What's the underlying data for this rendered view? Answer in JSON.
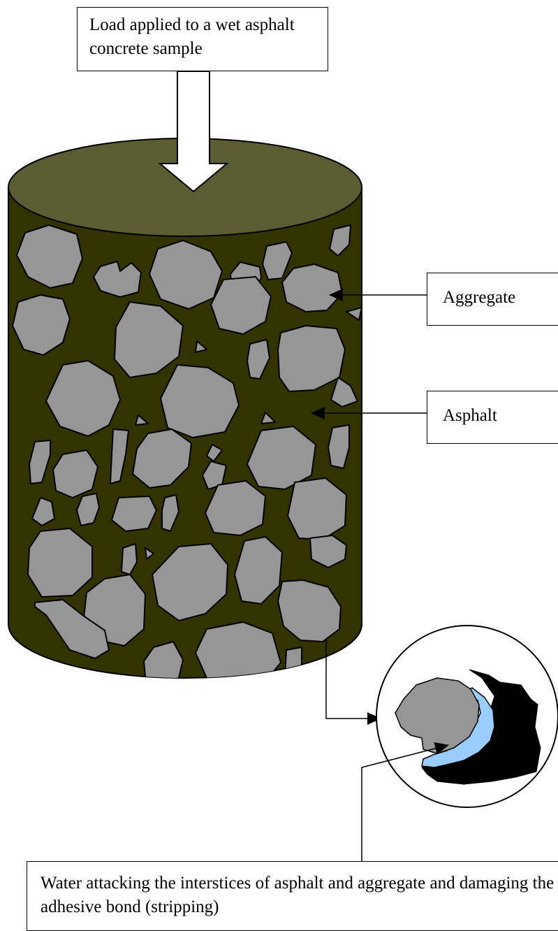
{
  "labels": {
    "load": "Load applied to a wet asphalt concrete sample",
    "aggregate": "Aggregate",
    "asphalt": "Asphalt",
    "caption": "Water attacking the interstices of asphalt and aggregate and damaging the adhesive bond (stripping)"
  },
  "colors": {
    "asphalt_body": "#333300",
    "asphalt_top": "#5c5c33",
    "aggregate": "#969696",
    "water": "#99ccff",
    "binder": "#000000",
    "outline": "#000000"
  }
}
